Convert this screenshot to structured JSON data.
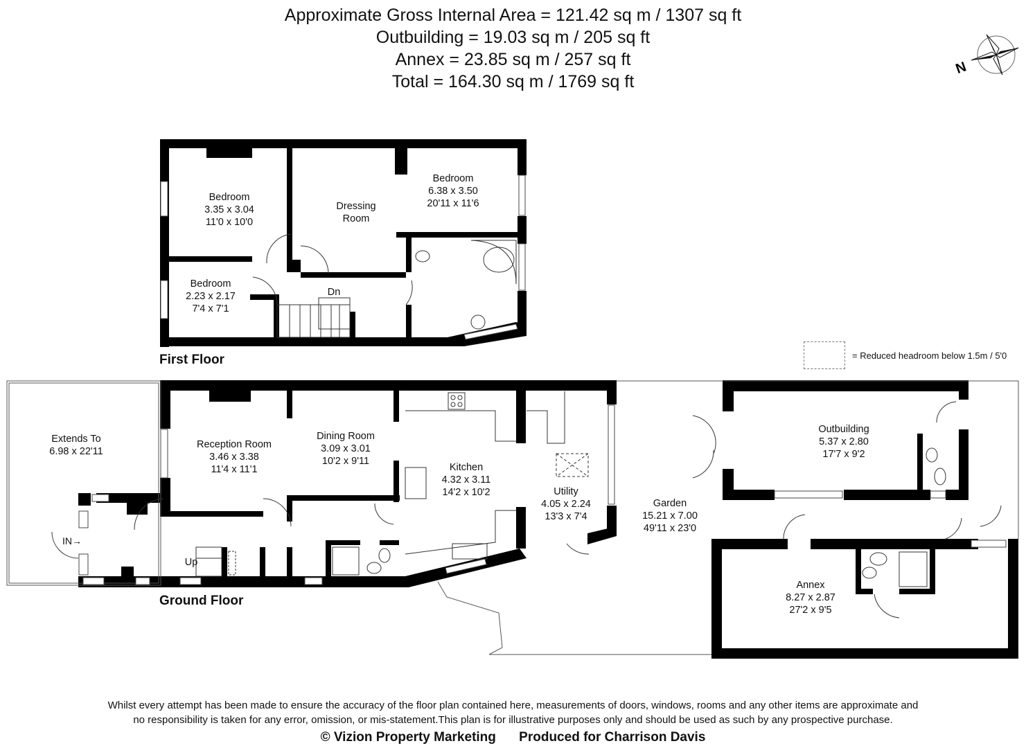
{
  "header": {
    "lines": [
      "Approximate Gross Internal Area = 121.42 sq m / 1307 sq ft",
      "Outbuilding = 19.03 sq m / 205 sq ft",
      "Annex = 23.85 sq m / 257 sq ft",
      "Total = 164.30 sq m / 1769 sq ft"
    ]
  },
  "compass": {
    "label": "N"
  },
  "floors": {
    "first": {
      "title": "First Floor",
      "rooms": [
        {
          "name": "Bedroom",
          "metric": "3.35 x 3.04",
          "imperial": "11'0 x 10'0"
        },
        {
          "name": "Dressing Room",
          "metric": "",
          "imperial": ""
        },
        {
          "name": "Bedroom",
          "metric": "6.38 x 3.50",
          "imperial": "20'11 x 11'6"
        },
        {
          "name": "Bedroom",
          "metric": "2.23 x 2.17",
          "imperial": "7'4 x 7'1"
        }
      ],
      "stairs_label": "Dn"
    },
    "ground": {
      "title": "Ground Floor",
      "rooms": [
        {
          "name": "Extends To",
          "metric": "6.98 x 22'11",
          "imperial": ""
        },
        {
          "name": "Reception Room",
          "metric": "3.46 x 3.38",
          "imperial": "11'4 x 11'1"
        },
        {
          "name": "Dining Room",
          "metric": "3.09 x 3.01",
          "imperial": "10'2 x 9'11"
        },
        {
          "name": "Kitchen",
          "metric": "4.32 x 3.11",
          "imperial": "14'2 x 10'2"
        },
        {
          "name": "Utility",
          "metric": "4.05 x 2.24",
          "imperial": "13'3 x 7'4"
        },
        {
          "name": "Garden",
          "metric": "15.21 x 7.00",
          "imperial": "49'11 x 23'0"
        },
        {
          "name": "Outbuilding",
          "metric": "5.37 x 2.80",
          "imperial": "17'7 x 9'2"
        },
        {
          "name": "Annex",
          "metric": "8.27 x 2.87",
          "imperial": "27'2 x 9'5"
        }
      ],
      "stairs_label": "Up",
      "entrance_label": "IN"
    }
  },
  "legend": {
    "text": "= Reduced headroom below 1.5m / 5'0"
  },
  "footer": {
    "disclaimer_1": "Whilst every attempt has been made to ensure the accuracy of the floor plan contained here, measurements of doors, windows, rooms and any other items are approximate and",
    "disclaimer_2": "no responsibility is taken for any error, omission, or mis-statement.This plan is for illustrative purposes only and should be used as such by any prospective purchase.",
    "copyright": "© Vizion Property Marketing",
    "produced_for": "Produced for Charrison Davis"
  }
}
